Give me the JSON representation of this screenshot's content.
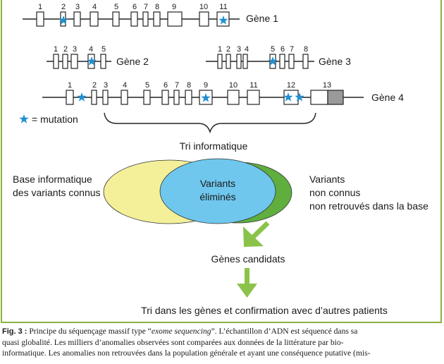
{
  "genes": [
    {
      "name": "Gène 1",
      "exons": [
        "1",
        "2",
        "3",
        "4",
        "5",
        "6",
        "7",
        "8",
        "9",
        "10",
        "11"
      ]
    },
    {
      "name": "Gène 2",
      "exons": [
        "1",
        "2",
        "3",
        "4",
        "5"
      ]
    },
    {
      "name": "Gène 3",
      "exons": [
        "1",
        "2",
        "3",
        "4",
        "5",
        "6",
        "7",
        "8"
      ]
    },
    {
      "name": "Gène 4",
      "exons": [
        "1",
        "2",
        "3",
        "4",
        "5",
        "6",
        "7",
        "8",
        "9",
        "10",
        "11",
        "12",
        "13"
      ]
    }
  ],
  "legend": {
    "mutation": "= mutation"
  },
  "sort_label": "Tri informatique",
  "venn": {
    "left_line1": "Base informatique",
    "left_line2": "des variants connus",
    "center_line1": "Variants",
    "center_line2": "éliminés",
    "right_line1": "Variants",
    "right_line2": "non connus",
    "right_line3": "non retrouvés dans la base"
  },
  "candidates_label": "Gènes candidats",
  "final_label": "Tri dans les gènes et confirmation avec d’autres patients",
  "caption": {
    "fig_label": "Fig. 3 :",
    "line1_a": "Principe du séquençage massif type “",
    "line1_italic": "exome sequencing",
    "line1_b": "”. L’échantillon d’ADN est séquencé dans sa",
    "line2": "quasi globalité. Les milliers d’anomalies observées sont comparées aux données de la littérature par bio-",
    "line3": "informatique. Les anomalies non retrouvées dans la population générale et ayant une conséquence putative (mis-"
  },
  "colors": {
    "frame_green": "#8bb23f",
    "arrow_green": "#8bc34a",
    "star_blue": "#1f8fd0",
    "venn_yellow": "#f4f09a",
    "venn_green": "#5fae3e",
    "venn_blue": "#6fc7ee"
  }
}
